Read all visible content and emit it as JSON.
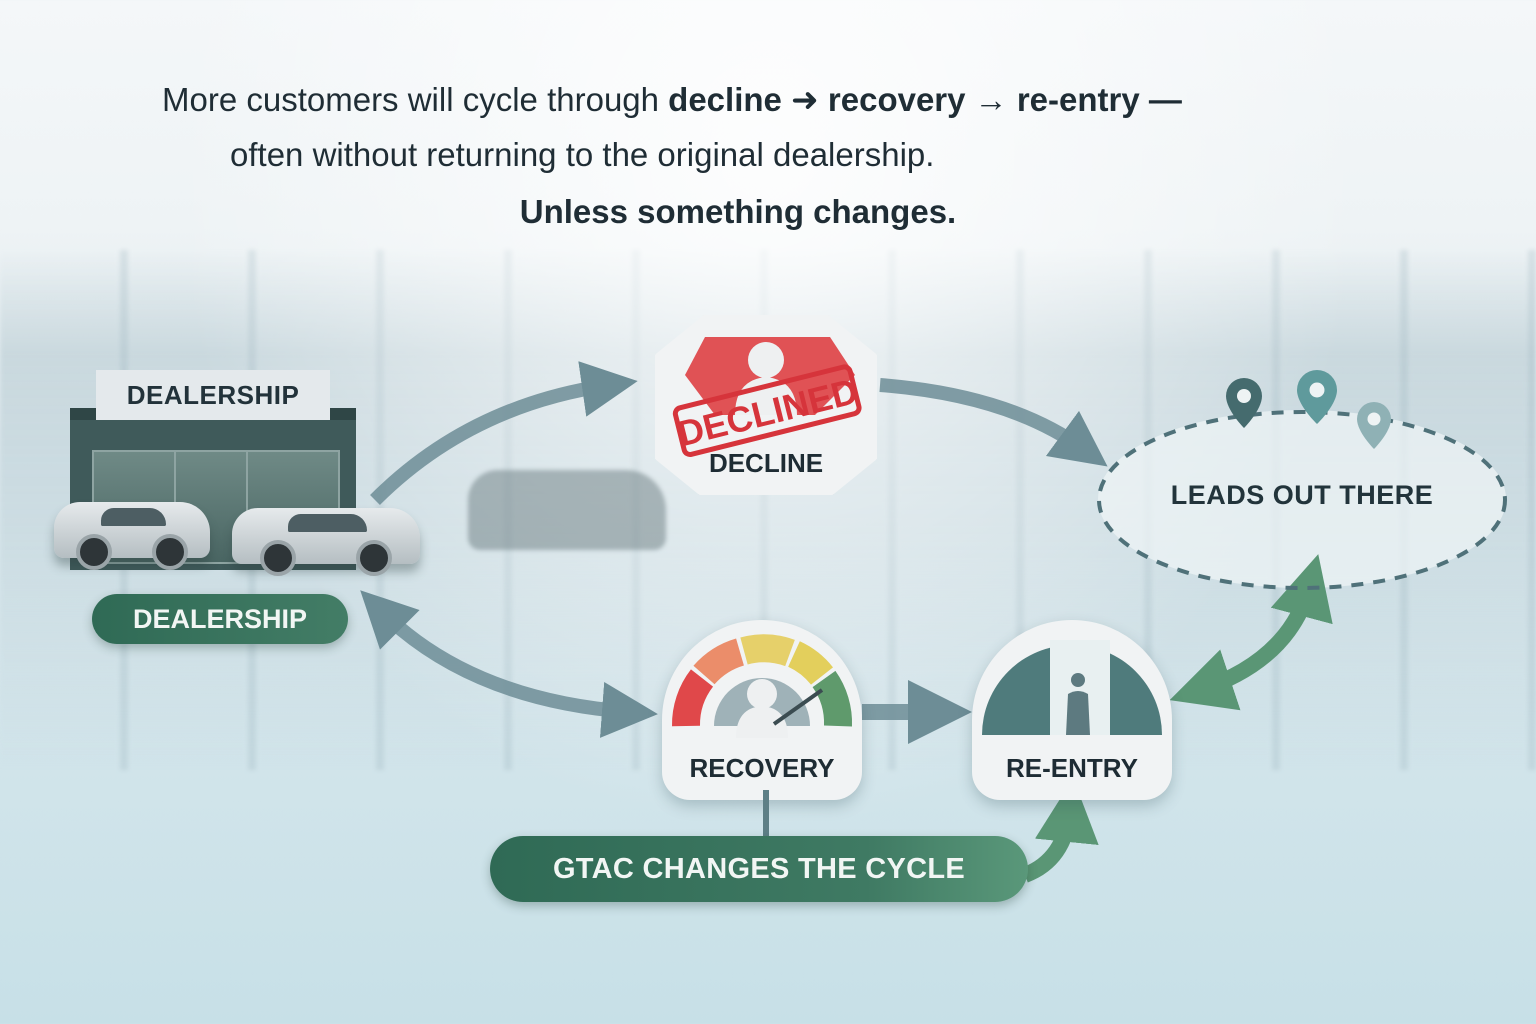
{
  "headline": {
    "line1_prefix": "More customers will cycle through ",
    "line1_decline": "decline",
    "line1_arrow1": " ➜ ",
    "line1_recovery": "recovery",
    "line1_arrow2": " → ",
    "line1_reentry": "re-entry",
    "line1_dash": " —",
    "line2": "often without returning to the original dealership.",
    "line3": "Unless something changes."
  },
  "nodes": {
    "dealership_sign": "DEALERSHIP",
    "dealership_pill": "DEALERSHIP",
    "decline_stamp": "DECLINED",
    "decline": "DECLINE",
    "recovery": "RECOVERY",
    "reentry": "RE-ENTRY",
    "leads": "LEADS OUT THERE",
    "gtac": "GTAC CHANGES THE CYCLE"
  },
  "icons": {
    "dealership": "storefront-with-cars-icon",
    "decline": "declined-person-stamp-icon",
    "recovery": "credit-score-gauge-icon",
    "reentry": "person-in-doorway-icon",
    "leads": "map-pin-icon"
  },
  "colors": {
    "arrow_gray": "#6d8d96",
    "arrow_green": "#5a9675",
    "pill_green": "#3a7460",
    "stamp_red": "#d6343b",
    "gauge": [
      "#e0484a",
      "#eb8d6a",
      "#e6d06a",
      "#e3cf5c",
      "#5f9a6c"
    ]
  }
}
